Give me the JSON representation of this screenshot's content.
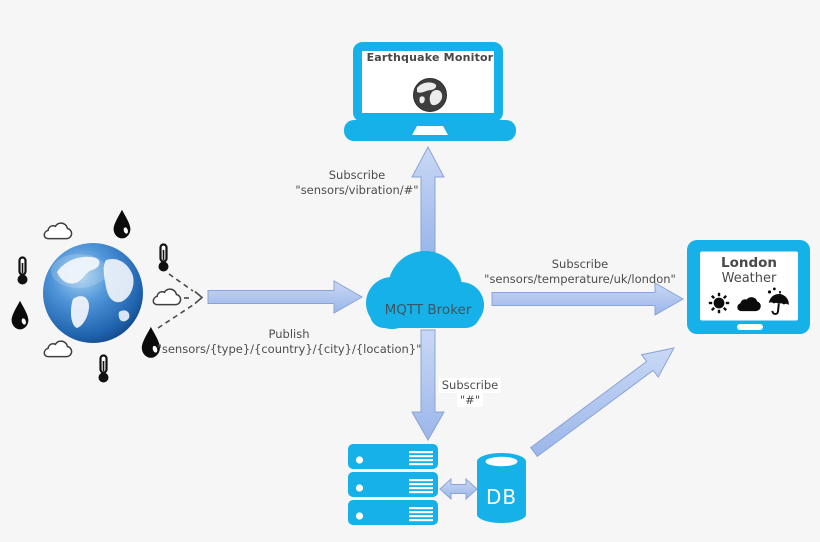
{
  "background": "#f6f6f6",
  "colors": {
    "device_cyan": "#16b1e9",
    "arrow_fill_light": "#c3d4f3",
    "arrow_fill_dark": "#9db8ea",
    "arrow_stroke": "#8aa4d6",
    "label_text": "#4d4d4d",
    "background": "#f6f6f6"
  },
  "broker": {
    "label": "MQTT Broker"
  },
  "laptop": {
    "title": "Earthquake Monitor"
  },
  "tablet": {
    "city": "London",
    "subtitle": "Weather"
  },
  "database": {
    "label": "DB"
  },
  "labels": {
    "publish": {
      "action": "Publish",
      "topic": "\"sensors/{type}/{country}/{city}/{location}\""
    },
    "subscribe_vibration": {
      "action": "Subscribe",
      "topic": "\"sensors/vibration/#\""
    },
    "subscribe_temperature": {
      "action": "Subscribe",
      "topic": "\"sensors/temperature/uk/london\""
    },
    "subscribe_all": {
      "action": "Subscribe",
      "topic": "\"#\""
    }
  },
  "icons": {
    "sensor_icons": [
      "thermometer-icon",
      "water-drop-icon",
      "cloud-sensor-icon"
    ],
    "node_icons": [
      "earth-globe",
      "laptop",
      "mqtt-broker-cloud",
      "tablet",
      "server-stack",
      "db-cylinder"
    ],
    "weather_icons": [
      "sun-icon",
      "cloud-icon",
      "umbrella-rain-icon"
    ],
    "screen_icons": [
      "globe-monitor-icon"
    ]
  }
}
